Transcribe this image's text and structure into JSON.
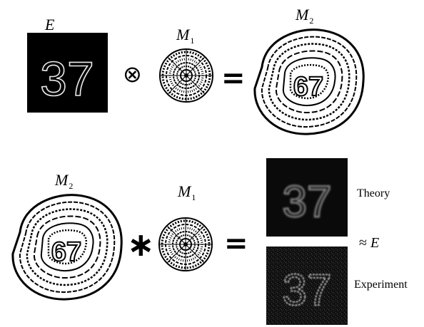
{
  "top_row": {
    "encrypted_label": "E",
    "encrypted_digits": "37",
    "operator": "⊗",
    "mask1_label": {
      "base": "M",
      "sub": "1"
    },
    "equals": "=",
    "mask2_label": {
      "base": "M",
      "sub": "2"
    }
  },
  "bottom_row": {
    "mask2_label": {
      "base": "M",
      "sub": "2"
    },
    "operator": "∗",
    "mask1_label": {
      "base": "M",
      "sub": "1"
    },
    "equals": "=",
    "approx": "≈",
    "approx_var": "E",
    "results": [
      {
        "caption": "Theory",
        "digits": "37"
      },
      {
        "caption": "Experiment",
        "digits": "37"
      }
    ]
  }
}
